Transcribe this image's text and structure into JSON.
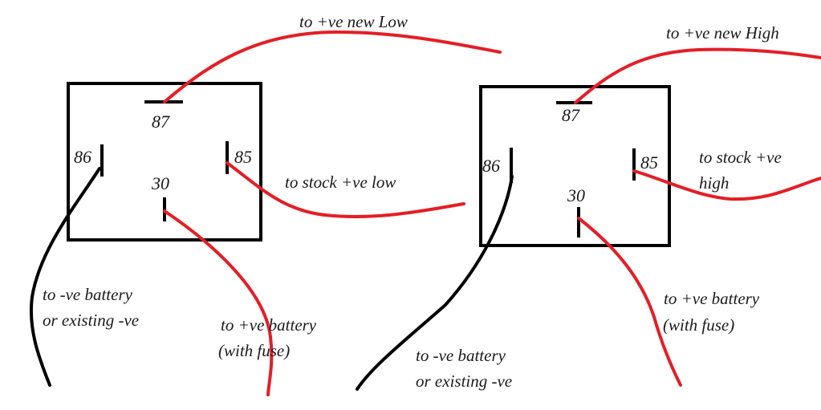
{
  "colors": {
    "relay_box": "#000000",
    "positive_wire": "#e41e26",
    "negative_wire": "#000000",
    "text": "#1a1a1a"
  },
  "relays": [
    {
      "id": "low",
      "pins": {
        "p87": "87",
        "p86": "86",
        "p85": "85",
        "p30": "30"
      },
      "labels": {
        "new_output": "to +ve new Low",
        "stock_input": "to stock +ve low",
        "battery_pos_line1": "to +ve battery",
        "battery_pos_line2": "(with fuse)",
        "battery_neg_line1": "to -ve battery",
        "battery_neg_line2": "or existing -ve"
      }
    },
    {
      "id": "high",
      "pins": {
        "p87": "87",
        "p86": "86",
        "p85": "85",
        "p30": "30"
      },
      "labels": {
        "new_output": "to +ve new High",
        "stock_input_line1": "to stock +ve",
        "stock_input_line2": "high",
        "battery_pos_line1": "to +ve battery",
        "battery_pos_line2": "(with fuse)",
        "battery_neg_line1": "to -ve battery",
        "battery_neg_line2": "or existing -ve"
      }
    }
  ]
}
